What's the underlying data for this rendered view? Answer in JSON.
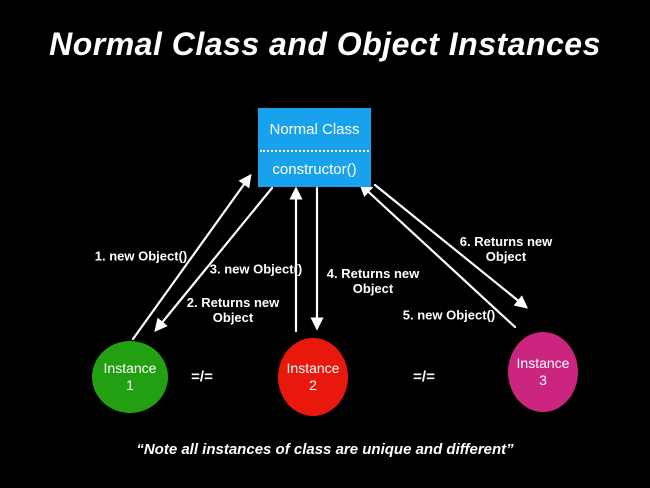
{
  "title": "Normal Class and Object Instances",
  "class_box": {
    "name": "Normal Class",
    "method": "constructor()",
    "fill": "#18A2EE"
  },
  "arrows": [
    {
      "label": "1. new Object()"
    },
    {
      "label": "2. Returns new\nObject"
    },
    {
      "label": "3. new Object()"
    },
    {
      "label": "4. Returns new\nObject"
    },
    {
      "label": "5. new Object()"
    },
    {
      "label": "6. Returns new\nObject"
    }
  ],
  "instances": [
    {
      "line1": "Instance",
      "line2": "1",
      "color": "#22A012"
    },
    {
      "line1": "Instance",
      "line2": "2",
      "color": "#E8190C"
    },
    {
      "line1": "Instance",
      "line2": "3",
      "color": "#CC2580"
    }
  ],
  "inequality": "=/=",
  "footnote": "“Note all instances of class are unique and different”",
  "colors": {
    "background": "#000000",
    "text": "#FFFFFF",
    "arrow": "#FFFFFF"
  }
}
